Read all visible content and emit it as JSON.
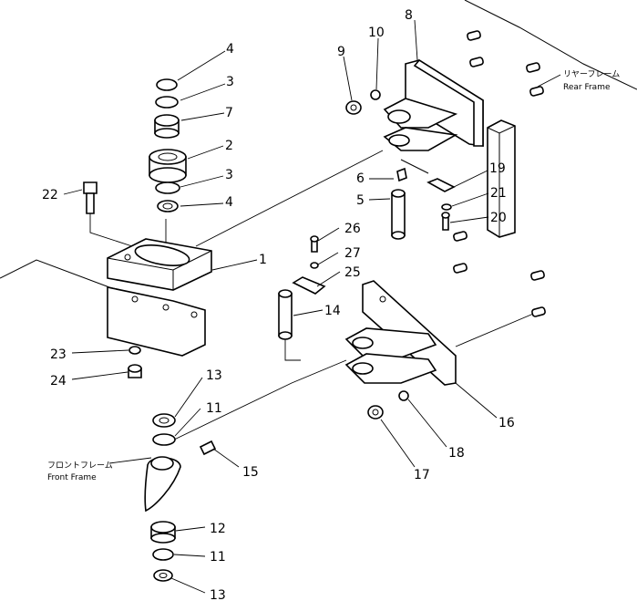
{
  "labels": {
    "rear_frame_jp": "リヤーフレーム",
    "rear_frame_en": "Rear Frame",
    "front_frame_jp": "フロントフレーム",
    "front_frame_en": "Front Frame"
  },
  "callouts": {
    "c1": "1",
    "c2": "2",
    "c3a": "3",
    "c3b": "3",
    "c4a": "4",
    "c4b": "4",
    "c5": "5",
    "c6": "6",
    "c7": "7",
    "c8": "8",
    "c9": "9",
    "c10": "10",
    "c11a": "11",
    "c11b": "11",
    "c12": "12",
    "c13a": "13",
    "c13b": "13",
    "c14": "14",
    "c15": "15",
    "c16": "16",
    "c17": "17",
    "c18": "18",
    "c19": "19",
    "c20": "20",
    "c21": "21",
    "c22": "22",
    "c23": "23",
    "c24": "24",
    "c25": "25",
    "c26": "26",
    "c27": "27"
  }
}
